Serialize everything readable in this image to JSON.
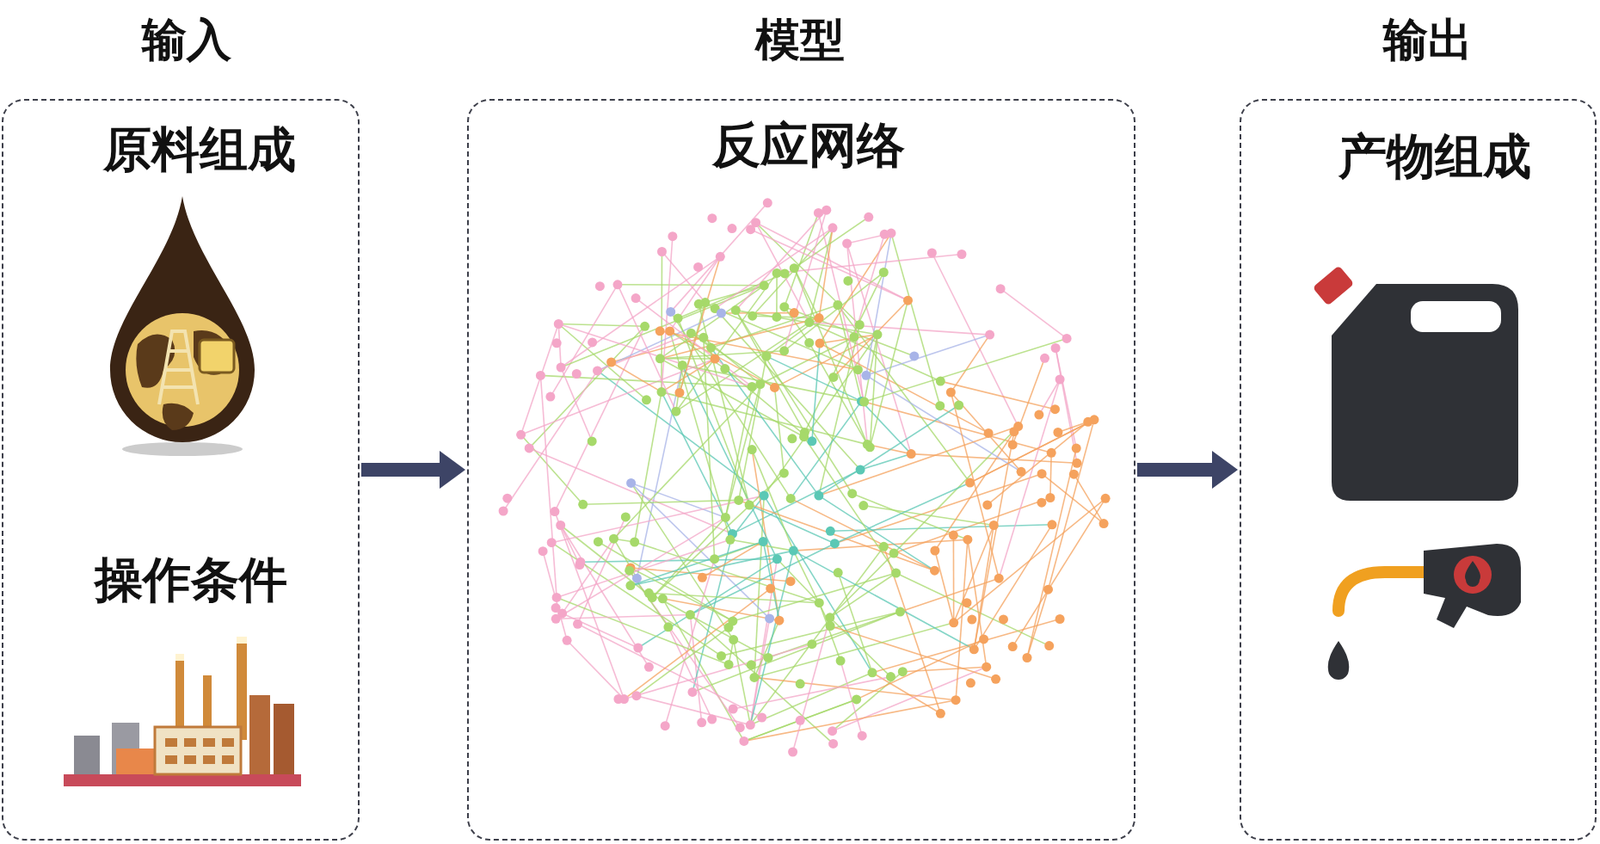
{
  "diagram": {
    "nodes": [
      {
        "text": [
          "输入",
          "原料组成",
          "操作条件"
        ]
      },
      {
        "text": [
          "模型",
          "反应网络"
        ]
      },
      {
        "text": [
          "输出",
          "产物组成"
        ]
      }
    ],
    "edges": [
      {
        "from": 0,
        "to": 1,
        "arrow": "to"
      },
      {
        "from": 1,
        "to": 2,
        "arrow": "to"
      }
    ]
  }
}
